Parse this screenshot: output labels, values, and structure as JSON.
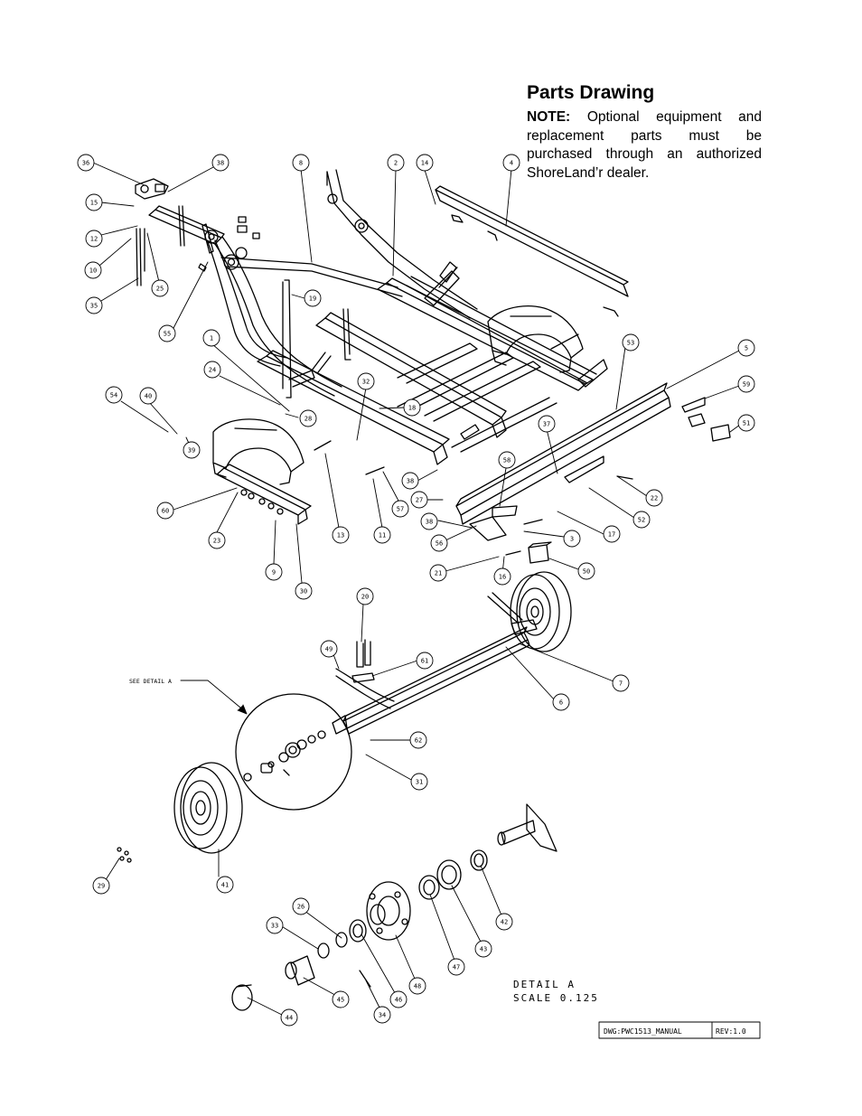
{
  "page": {
    "title": "Parts Drawing",
    "note_label": "NOTE:",
    "note_text": "Optional equipment and replacement parts must be purchased through an authorized ShoreLand’r dealer."
  },
  "drawing": {
    "see_detail": "SEE DETAIL  A",
    "detail_label": "DETAIL  A",
    "detail_scale": "SCALE  0.125",
    "dwg_number": "DWG:PWC1513_MANUAL",
    "revision": "REV:1.0",
    "balloons": [
      "36",
      "38",
      "15",
      "12",
      "10",
      "35",
      "25",
      "55",
      "8",
      "19",
      "2",
      "14",
      "4",
      "1",
      "24",
      "28",
      "32",
      "18",
      "54",
      "40",
      "39",
      "60",
      "23",
      "9",
      "30",
      "13",
      "11",
      "57",
      "38",
      "27",
      "37",
      "58",
      "38",
      "56",
      "3",
      "21",
      "16",
      "50",
      "17",
      "22",
      "52",
      "53",
      "5",
      "59",
      "51",
      "20",
      "49",
      "61",
      "7",
      "6",
      "62",
      "31",
      "41",
      "29",
      "26",
      "33",
      "45",
      "44",
      "34",
      "46",
      "48",
      "47",
      "43",
      "42"
    ]
  }
}
